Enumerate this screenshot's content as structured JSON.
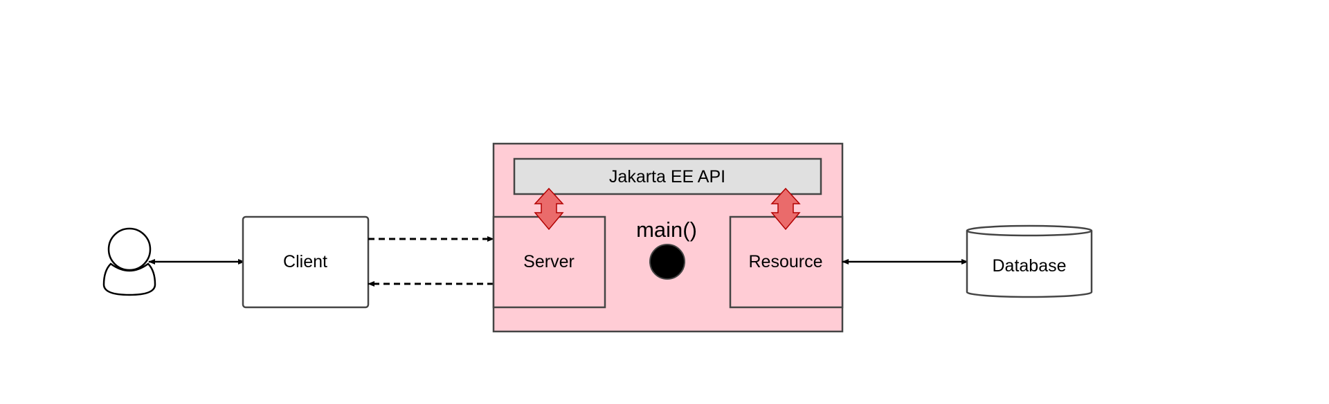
{
  "nodes": {
    "client": {
      "label": "Client"
    },
    "server": {
      "label": "Server"
    },
    "resource": {
      "label": "Resource"
    },
    "database": {
      "label": "Database"
    },
    "api": {
      "label": "Jakarta EE API"
    },
    "main": {
      "label": "main()"
    }
  },
  "colors": {
    "container_fill": "#ffccd5",
    "api_fill": "#e0e0e0",
    "box_stroke": "#444444",
    "arrow_red_fill": "#ea6b6b",
    "arrow_red_stroke": "#b20000",
    "dot_fill": "#000000"
  },
  "icons": {
    "user": "user-icon"
  }
}
